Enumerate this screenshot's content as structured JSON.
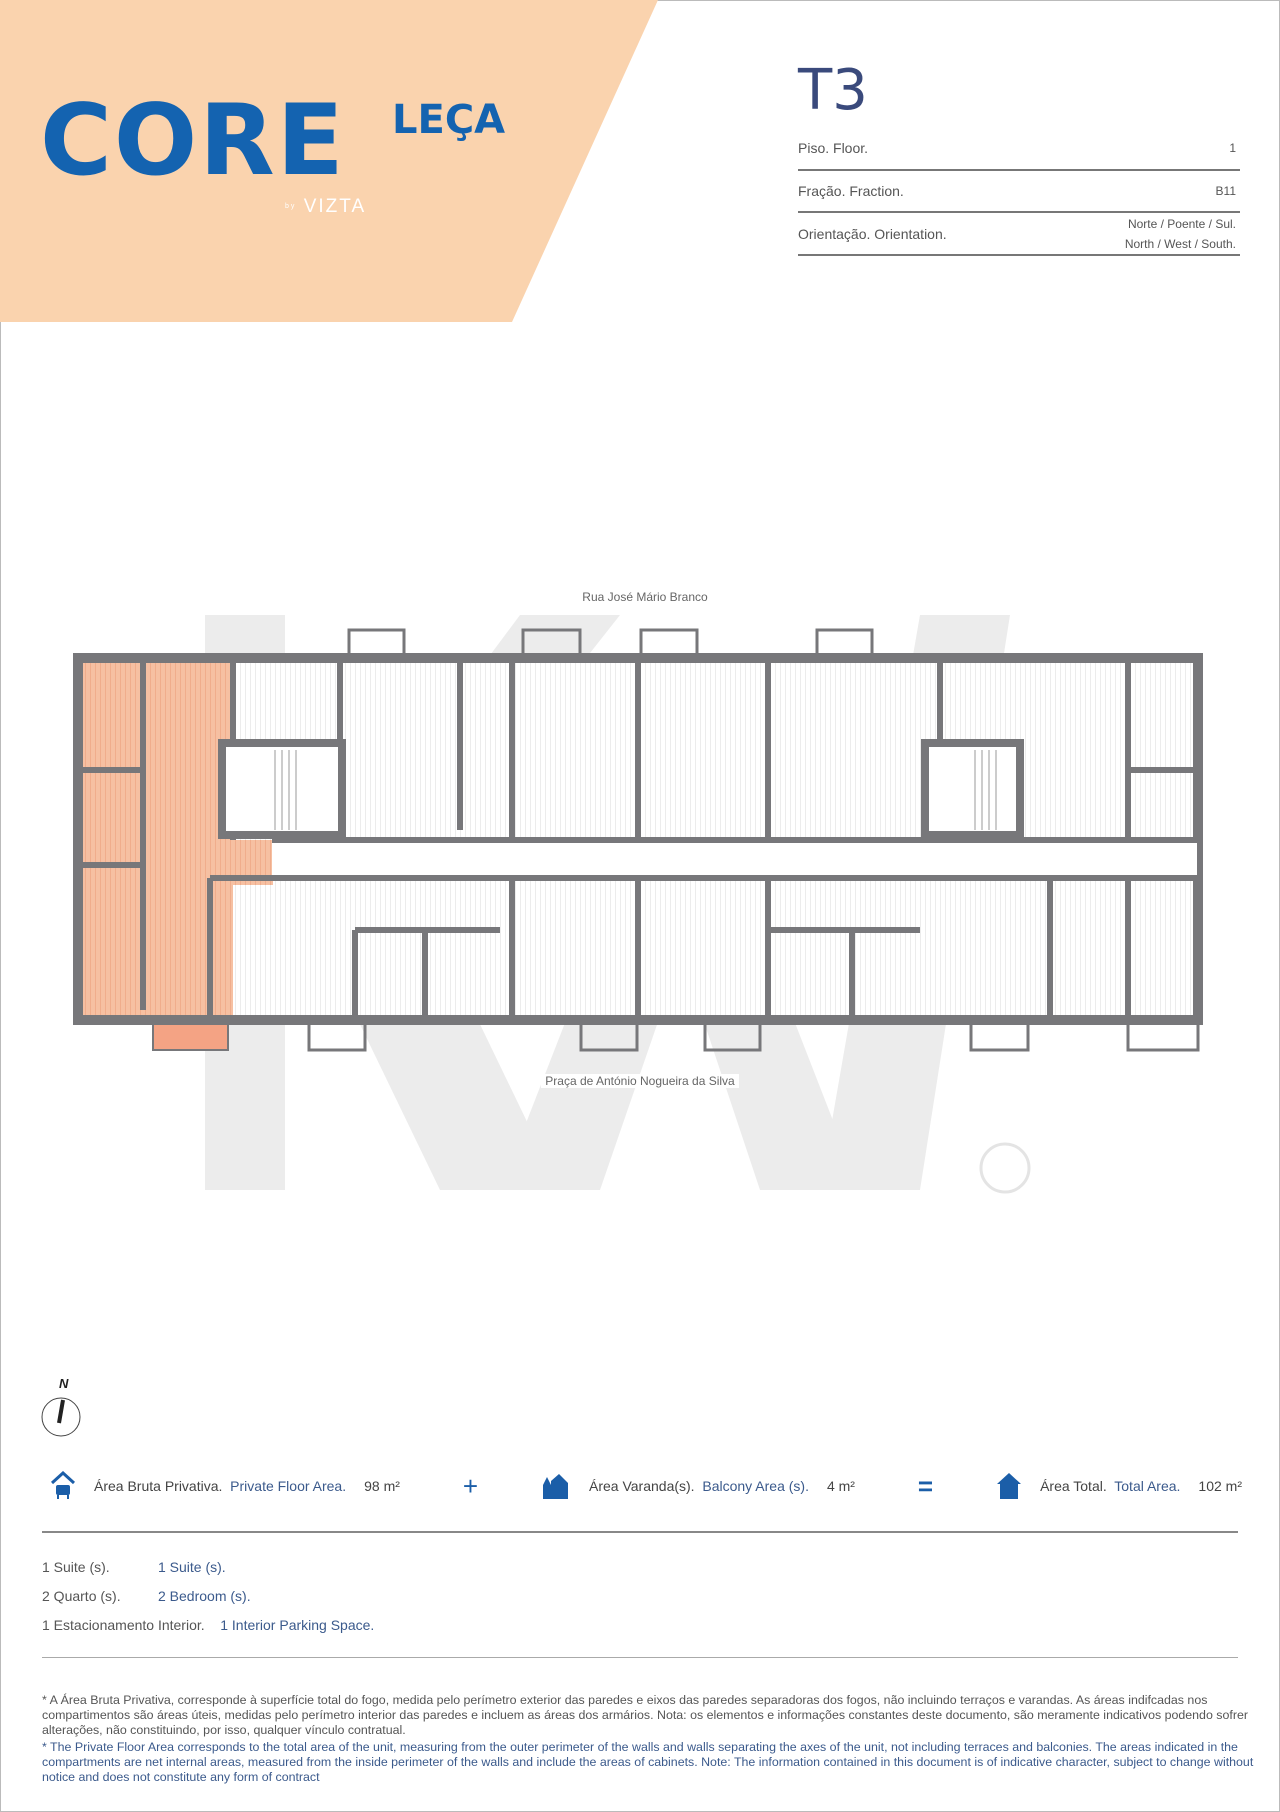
{
  "header": {
    "logo": {
      "main": "CORE",
      "sub": "LEÇA",
      "by": "by",
      "brand": "VIZTA"
    },
    "unit_type": "T3",
    "info": [
      {
        "label_pt": "Piso.",
        "label_en": "Floor.",
        "value": "1"
      },
      {
        "label_pt": "Fração.",
        "label_en": "Fraction.",
        "value": "B11"
      },
      {
        "label_pt": "Orientação.",
        "label_en": "Orientation.",
        "value_pt": "Norte / Poente / Sul.",
        "value_en": "North / West / South."
      }
    ]
  },
  "plan": {
    "street_top": "Rua José Mário Branco",
    "street_bottom": "Praça de António Nogueira da Silva",
    "highlight_color": "#f0a07a",
    "watermark": "KW"
  },
  "compass": {
    "label": "N"
  },
  "areas": {
    "private": {
      "label_pt": "Área Bruta Privativa.",
      "label_en": "Private Floor Area.",
      "value": "98 m²",
      "icon": "sofa-house-icon"
    },
    "plus": "+",
    "balcony": {
      "label_pt": "Área Varanda(s).",
      "label_en": "Balcony Area (s).",
      "value": "4 m²",
      "icon": "tree-house-icon"
    },
    "equals": "=",
    "total": {
      "label_pt": "Área Total.",
      "label_en": "Total Area.",
      "value": "102 m²",
      "icon": "house-icon"
    }
  },
  "features": [
    {
      "pt": "1  Suite (s).",
      "en": "1  Suite (s)."
    },
    {
      "pt": "2  Quarto (s).",
      "en": "2  Bedroom (s)."
    },
    {
      "pt": "1 Estacionamento Interior.",
      "en": "1 Interior Parking Space."
    }
  ],
  "footnotes": {
    "pt": "* A Área Bruta Privativa, corresponde à superfície total do fogo, medida pelo perímetro exterior das paredes e eixos das paredes separadoras dos fogos, não incluindo terraços e varandas. As áreas indifcadas nos compartimentos são áreas úteis, medidas pelo perímetro interior das paredes e incluem as áreas dos armários. Nota: os elementos e informações constantes deste documento, são meramente indicativos podendo sofrer alterações, não constituindo, por isso, qualquer vínculo contratual.",
    "en": "* The Private Floor Area corresponds to the total area of the unit, measuring from the outer perimeter of the walls and walls separating the axes of the unit, not including terraces and balconies. The areas indicated in the compartments are net internal areas, measured from the inside perimeter of the walls and include the areas of cabinets. Note: The information contained in this document is of indicative character, subject to change without notice and does not constitute any form of contract"
  },
  "colors": {
    "brand_blue": "#1463b0",
    "peach": "#fad3ae",
    "wall": "#77777a"
  }
}
